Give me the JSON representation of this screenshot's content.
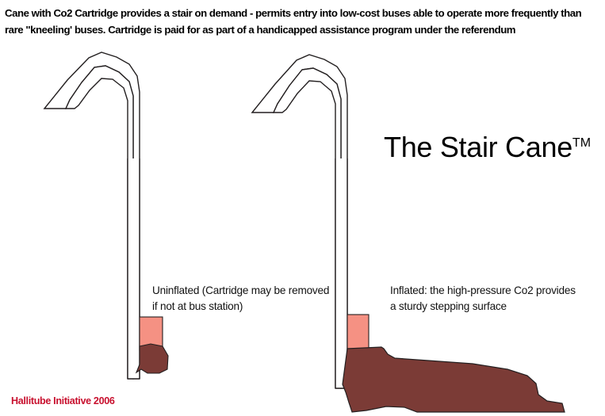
{
  "header": {
    "caption_lines": [
      "Cane with Co2 Cartridge provides a stair on demand - permits entry into low-cost buses able to operate more frequently than",
      "rare \"kneeling' buses. Cartridge is paid for as part of a handicapped assistance program under the referendum"
    ]
  },
  "brand": {
    "name": "The Stair Cane",
    "trademark": "TM"
  },
  "annotations": {
    "uninflated": {
      "line1": "Uninflated (Cartridge may be removed",
      "line2": "if not at bus station)"
    },
    "inflated": {
      "line1": "Inflated: the high-pressure Co2 provides",
      "line2": "a sturdy stepping surface"
    }
  },
  "footer": {
    "credit": "Hallitube Initiative 2006"
  },
  "figures": {
    "left_cane": {
      "label": "uninflated-cane",
      "cartridge_label": "co2-cartridge",
      "bladder_label": "deflated-bladder"
    },
    "right_cane": {
      "label": "inflated-cane",
      "cartridge_label": "co2-cartridge",
      "bladder_label": "inflated-step-bladder"
    }
  },
  "colors": {
    "background": "#FFFFFF",
    "outline": "#231F20",
    "cartridge": "#F59183",
    "bladder": "#7B3B36",
    "caption_text": "#000000",
    "credit_text": "#C8102E"
  }
}
